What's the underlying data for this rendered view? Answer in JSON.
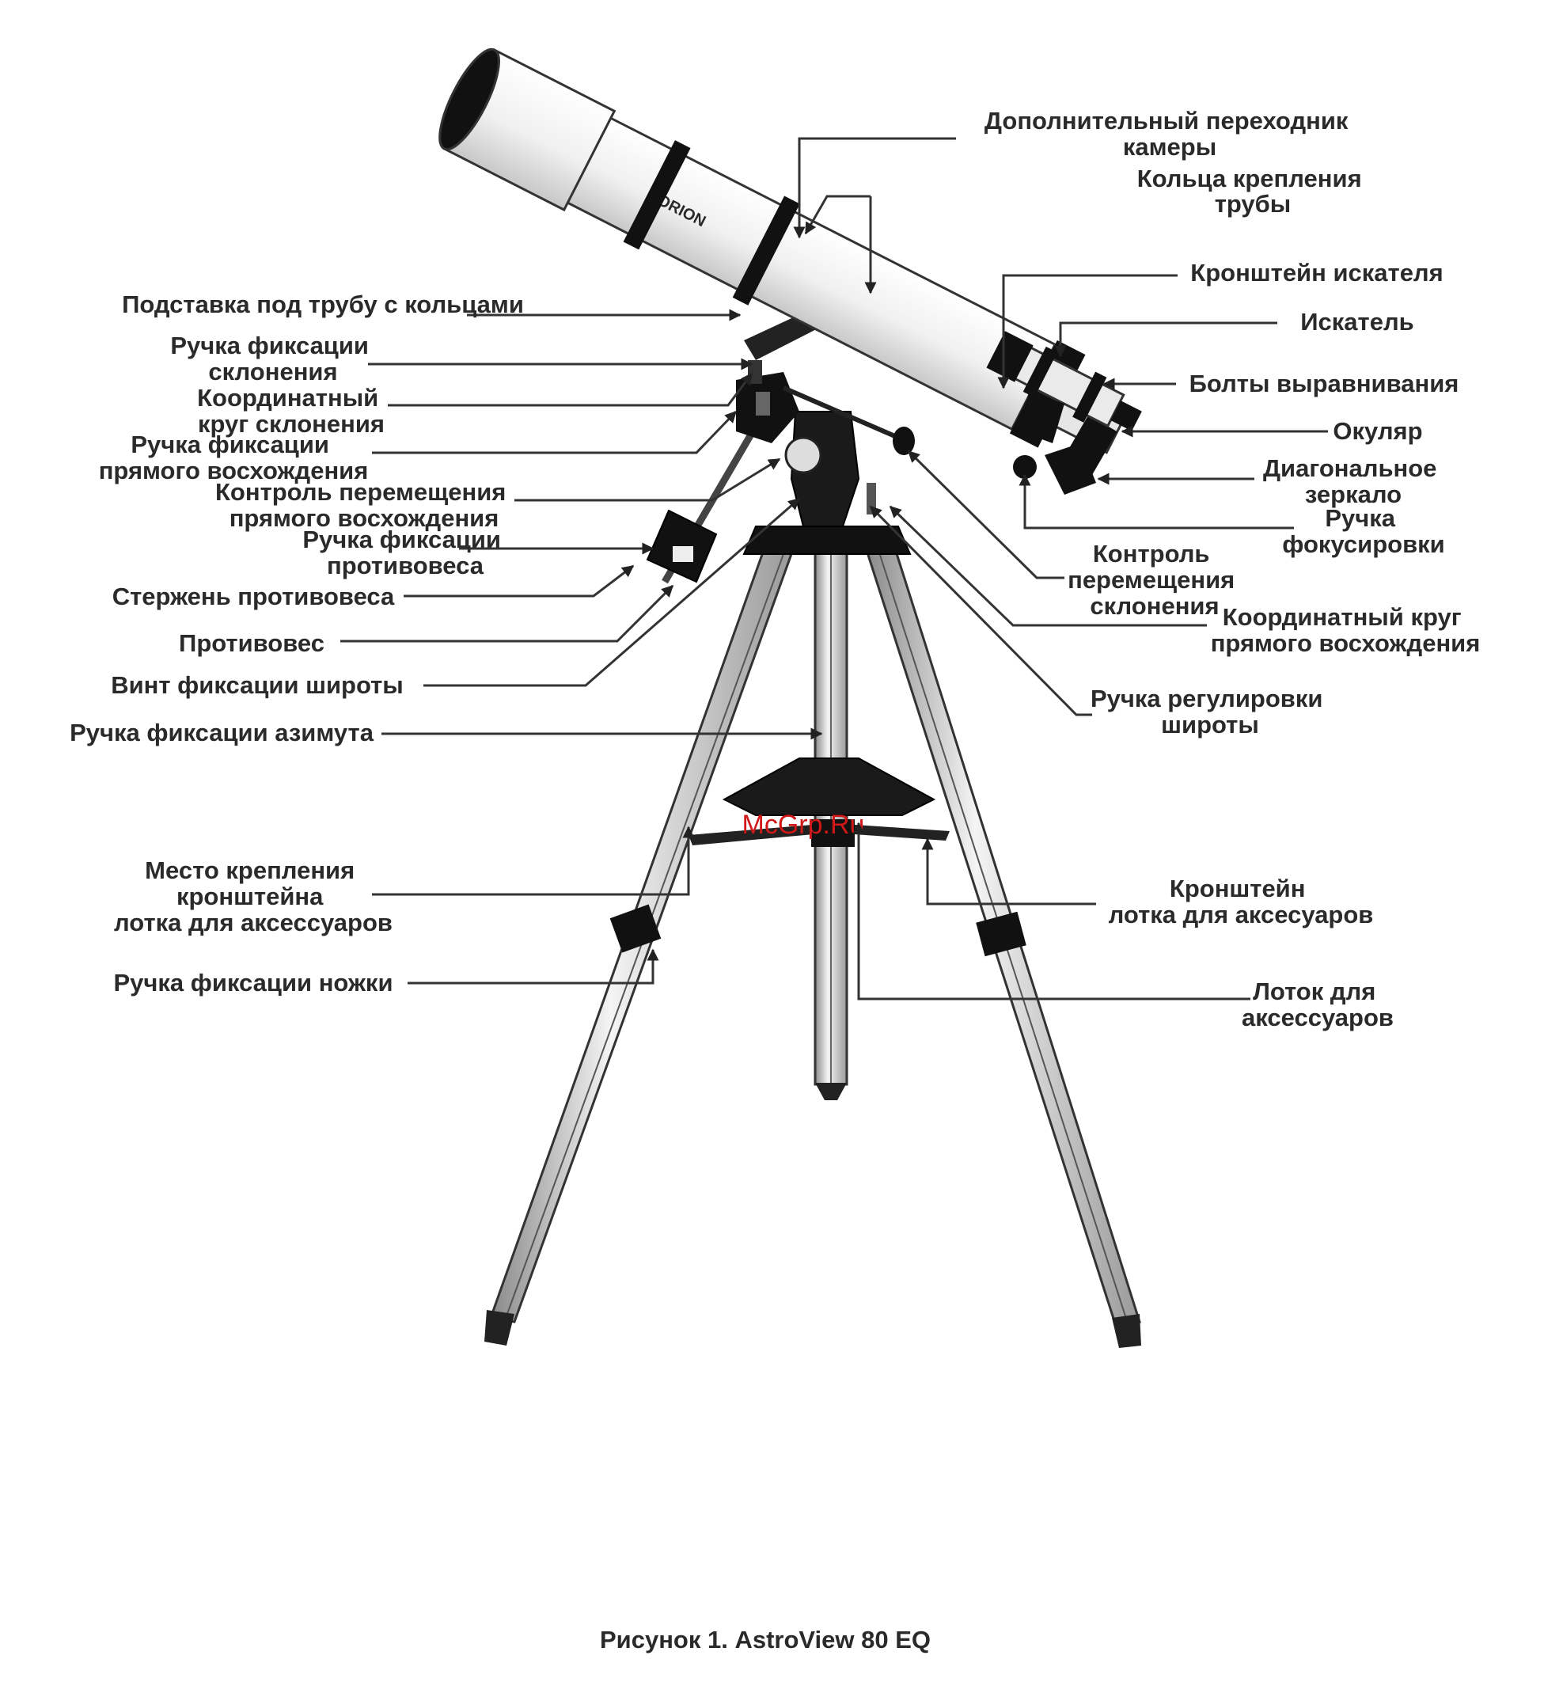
{
  "watermark": "McGrp.Ru",
  "caption": "Рисунок 1. AstroView 80 EQ",
  "tube_brand": "ORION",
  "labels": {
    "camera_adapter": [
      "Дополнительный переходник",
      "камеры"
    ],
    "tube_rings": [
      "Кольца крепления",
      "трубы"
    ],
    "finder_bracket": [
      "Кронштейн искателя"
    ],
    "finder": [
      "Искатель"
    ],
    "alignment_bolts": [
      "Болты выравнивания"
    ],
    "eyepiece": [
      "Окуляр"
    ],
    "diagonal_mirror": [
      "Диагональное",
      "зеркало"
    ],
    "focus_knob": [
      "Ручка",
      "фокусировки"
    ],
    "dec_slow_motion": [
      "Контроль",
      "перемещения",
      "склонения"
    ],
    "ra_setting_circle": [
      "Координатный круг",
      "прямого восхождения"
    ],
    "latitude_adjust": [
      "Ручка регулировки",
      "широты"
    ],
    "tray_bracket": [
      "Кронштейн",
      "лотка для аксесуаров"
    ],
    "accessory_tray": [
      "Лоток для",
      "аксессуаров"
    ],
    "tube_mount_plate": [
      "Подставка под трубу с кольцами"
    ],
    "dec_lock": [
      "Ручка фиксации",
      "склонения"
    ],
    "dec_setting_circle": [
      "Координатный",
      "круг склонения"
    ],
    "ra_lock": [
      "Ручка фиксации",
      "прямого восхождения"
    ],
    "ra_slow_motion": [
      "Контроль перемещения",
      "прямого восхождения"
    ],
    "counterweight_lock": [
      "Ручка фиксации",
      "противовеса"
    ],
    "counterweight_shaft": [
      "Стержень противовеса"
    ],
    "counterweight": [
      "Противовес"
    ],
    "latitude_lock": [
      "Винт фиксации широты"
    ],
    "azimuth_lock": [
      "Ручка фиксации азимута"
    ],
    "tray_bracket_attachment": [
      "Место крепления",
      "кронштейна",
      "лотка для аксессуаров"
    ],
    "leg_lock": [
      "Ручка фиксации ножки"
    ]
  }
}
